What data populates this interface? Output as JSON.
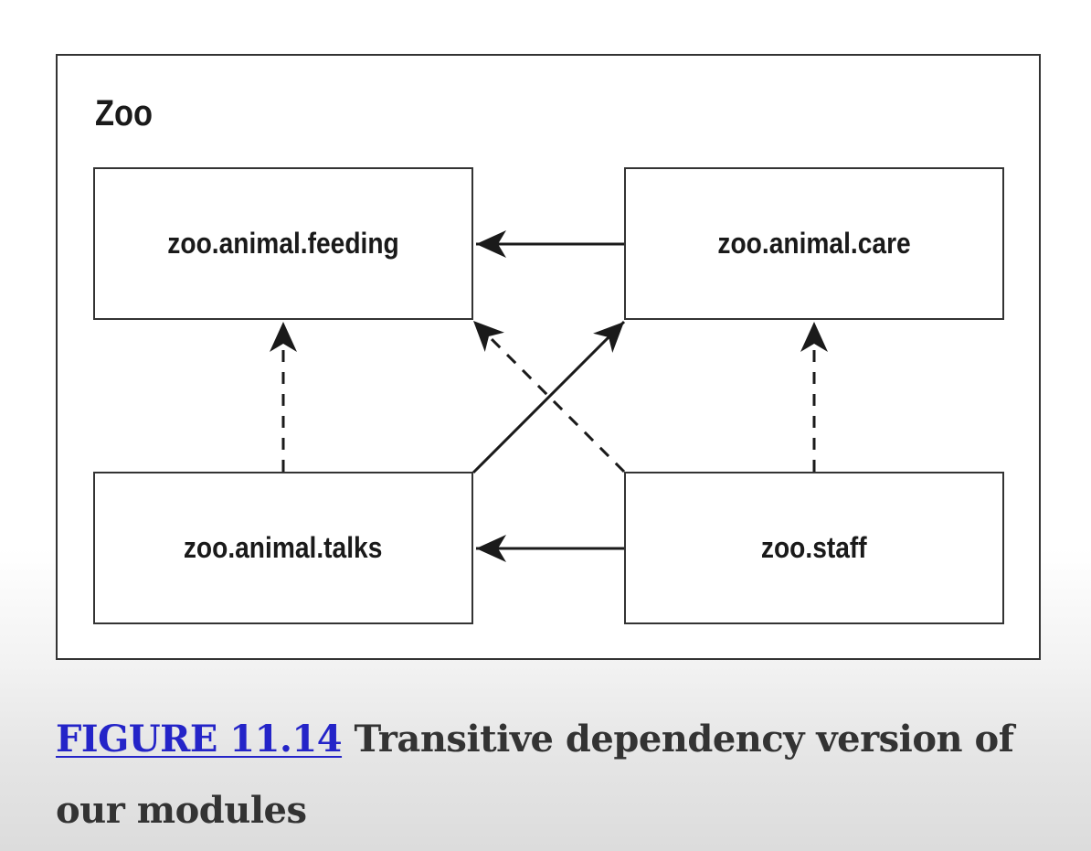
{
  "diagram": {
    "container_title": "Zoo",
    "modules": {
      "feeding": "zoo.animal.feeding",
      "care": "zoo.animal.care",
      "talks": "zoo.animal.talks",
      "staff": "zoo.staff"
    },
    "dependencies": [
      {
        "from": "zoo.animal.care",
        "to": "zoo.animal.feeding",
        "style": "solid"
      },
      {
        "from": "zoo.staff",
        "to": "zoo.animal.talks",
        "style": "solid"
      },
      {
        "from": "zoo.animal.talks",
        "to": "zoo.animal.care",
        "style": "solid"
      },
      {
        "from": "zoo.animal.talks",
        "to": "zoo.animal.feeding",
        "style": "dashed"
      },
      {
        "from": "zoo.staff",
        "to": "zoo.animal.feeding",
        "style": "dashed"
      },
      {
        "from": "zoo.staff",
        "to": "zoo.animal.care",
        "style": "dashed"
      }
    ],
    "line_color": "#1a1a1a"
  },
  "caption": {
    "figure_ref": "FIGURE 11.14",
    "text": "Transitive dependency version of our modules",
    "link_color": "#2424c8"
  }
}
